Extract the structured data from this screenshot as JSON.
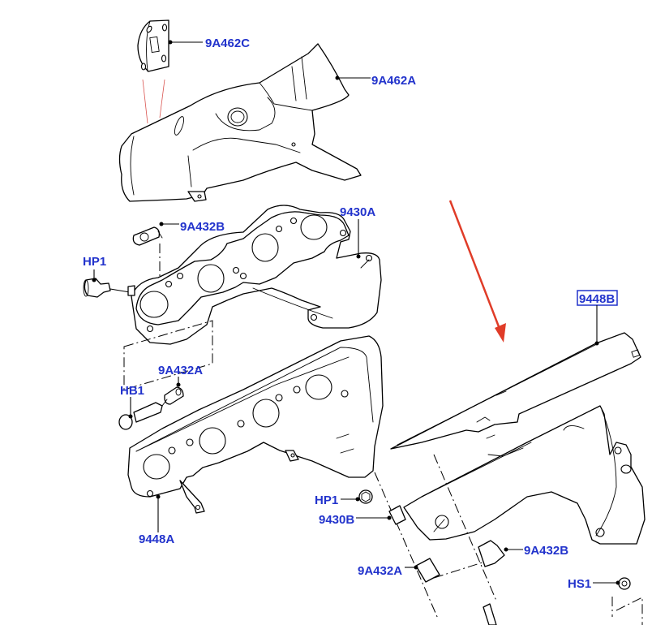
{
  "diagram": {
    "title": "Exhaust manifold and heat shield assembly",
    "arrow_color": "#e03c28",
    "label_color": "#2233cc",
    "highlighted_part": "9448B",
    "callouts": [
      {
        "id": "9A462C",
        "text": "9A462C"
      },
      {
        "id": "9A462A",
        "text": "9A462A"
      },
      {
        "id": "9A432B_top",
        "text": "9A432B"
      },
      {
        "id": "9430A",
        "text": "9430A"
      },
      {
        "id": "HP1_left",
        "text": "HP1"
      },
      {
        "id": "9A432A_left",
        "text": "9A432A"
      },
      {
        "id": "HB1",
        "text": "HB1"
      },
      {
        "id": "9448A",
        "text": "9448A"
      },
      {
        "id": "9448B",
        "text": "9448B"
      },
      {
        "id": "HP1_right",
        "text": "HP1"
      },
      {
        "id": "9430B",
        "text": "9430B"
      },
      {
        "id": "9A432A_right",
        "text": "9A432A"
      },
      {
        "id": "9A432B_right",
        "text": "9A432B"
      },
      {
        "id": "HS1",
        "text": "HS1"
      }
    ]
  }
}
